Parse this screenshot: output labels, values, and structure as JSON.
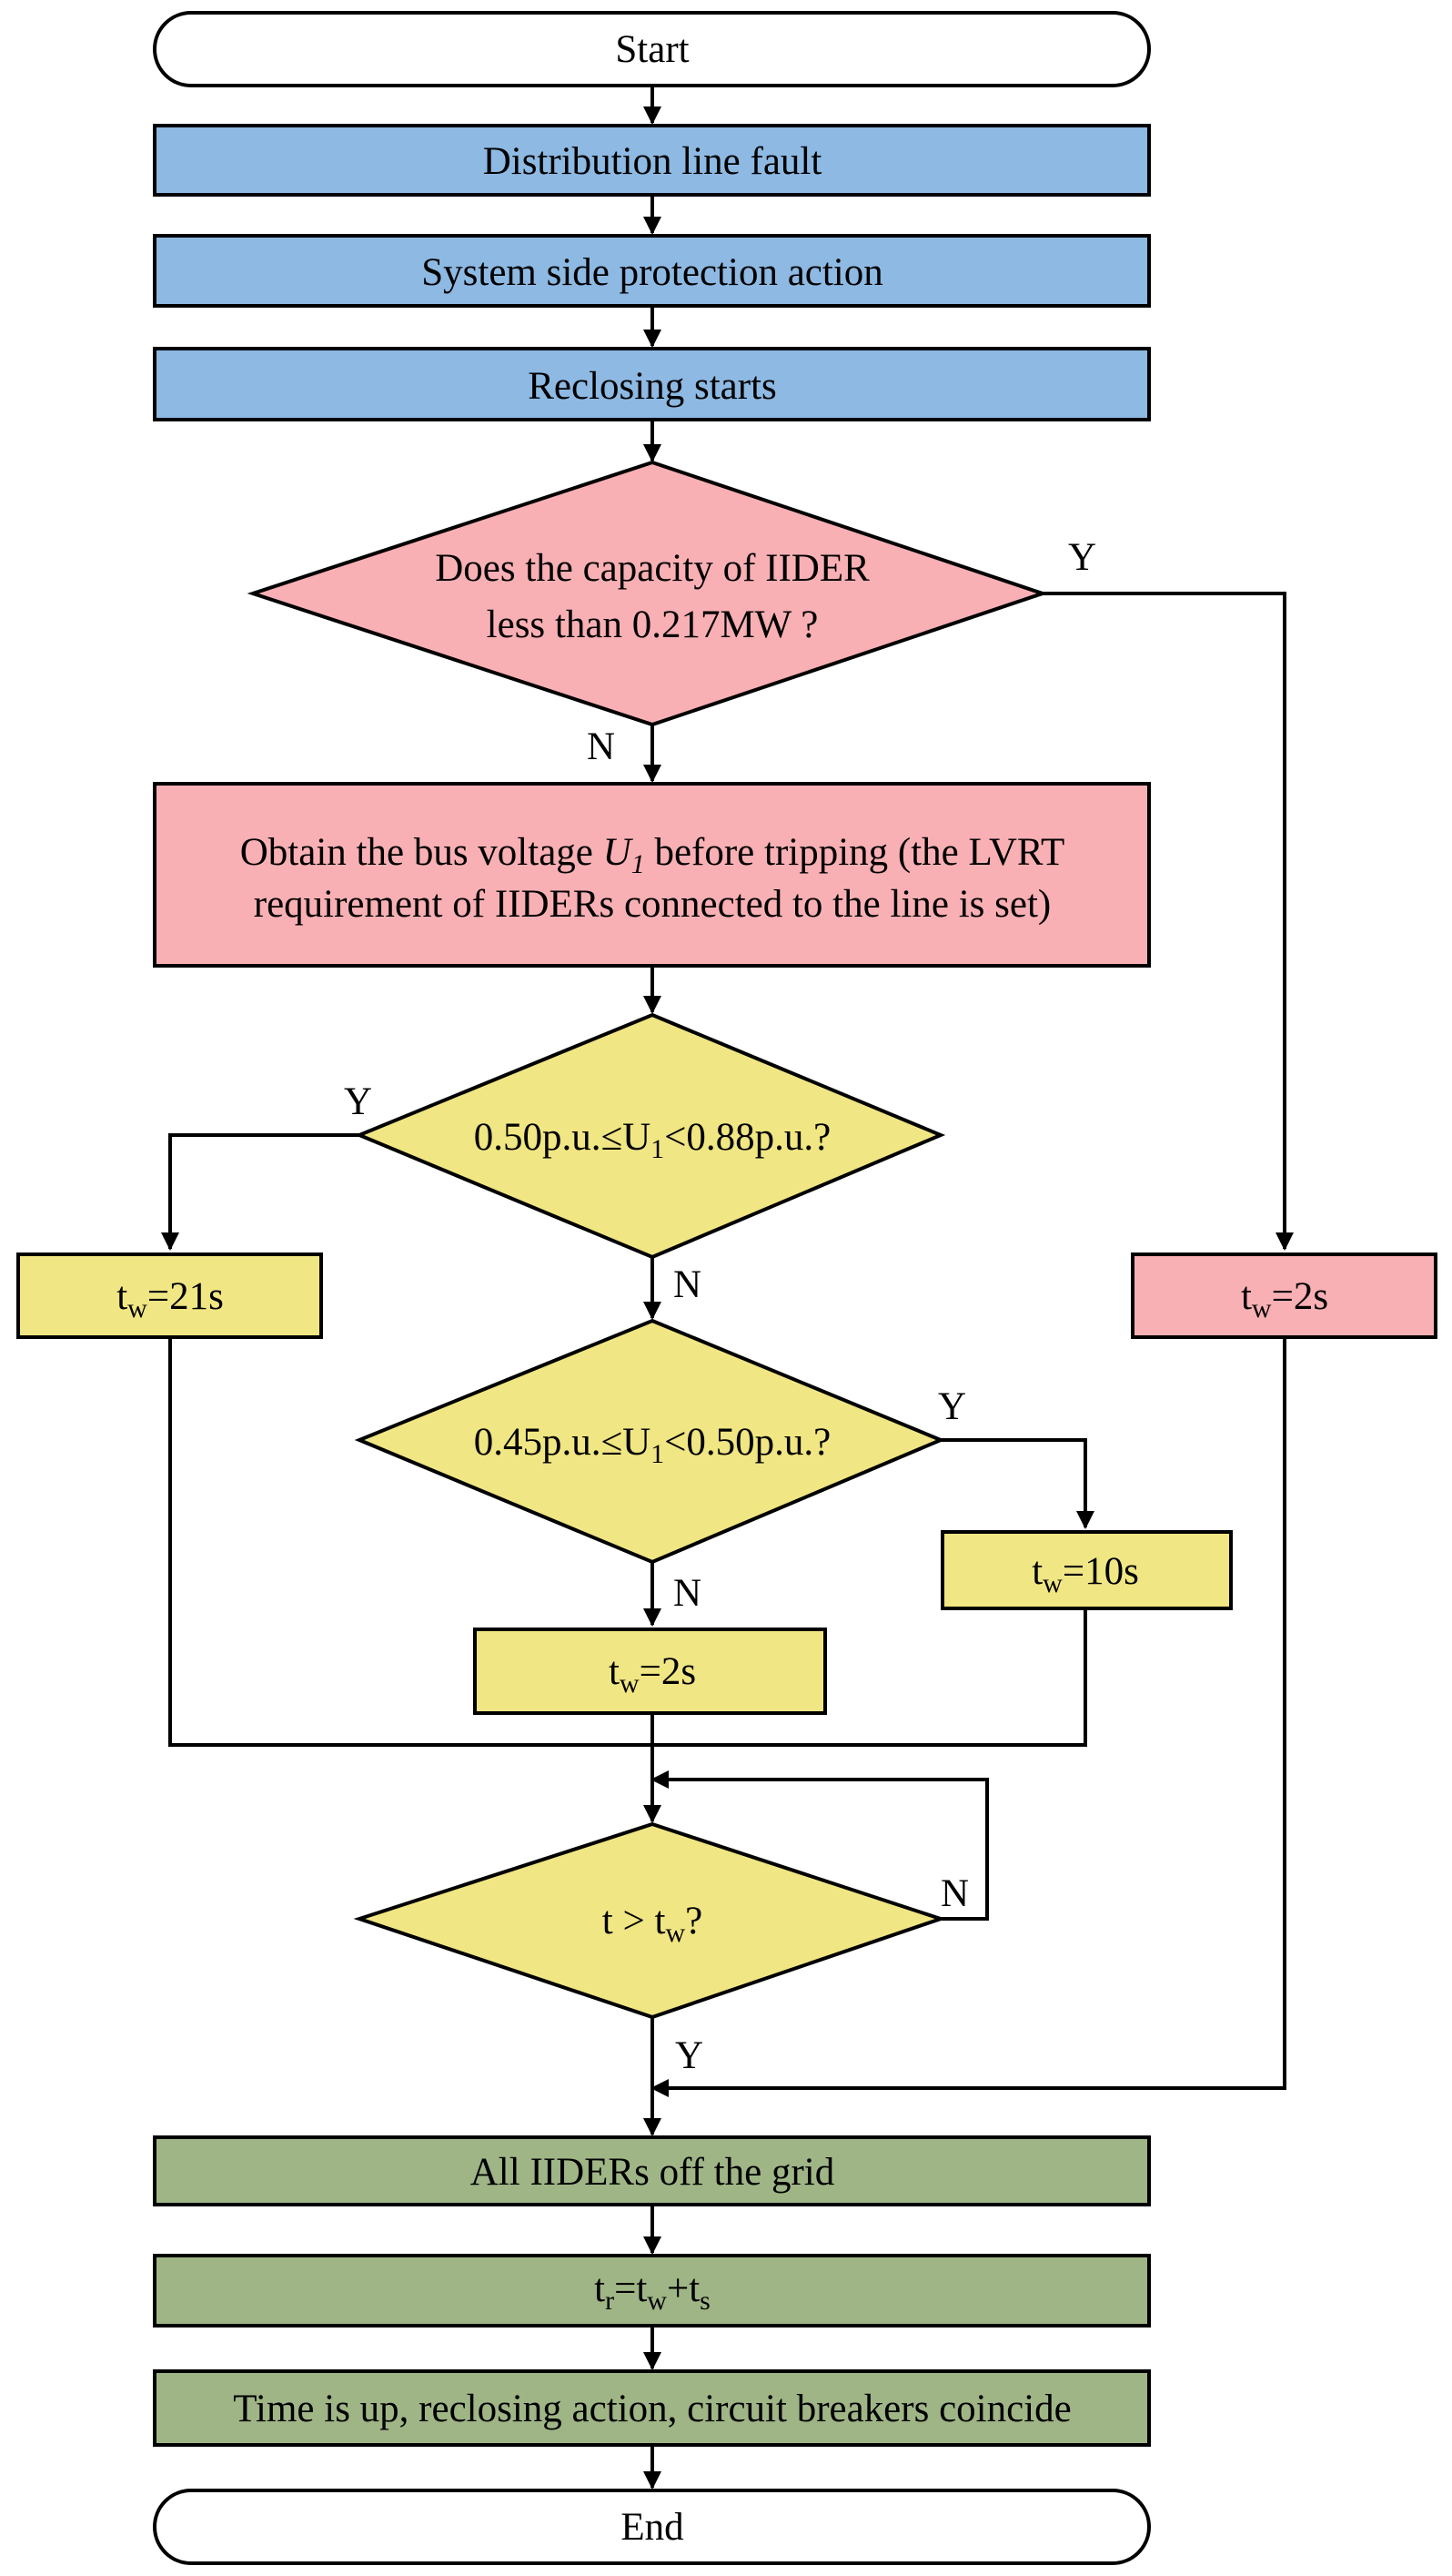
{
  "colors": {
    "blue": "#8DB9E3",
    "pink": "#F9B0B4",
    "yellow": "#F0E683",
    "green": "#9FB586",
    "terminal": "#FFFFFF"
  },
  "nodes": {
    "start": "Start",
    "distribution_line_fault": "Distribution line fault",
    "system_side_protection": "System side protection action",
    "reclosing_starts": "Reclosing starts",
    "capacity_check": {
      "line1": "Does the capacity of IIDER",
      "line2": "less than 0.217MW ?"
    },
    "obtain_voltage": {
      "line1_pre": "Obtain the bus voltage ",
      "line1_var": "U",
      "line1_var_sub": "1",
      "line1_post": " before tripping (the LVRT",
      "line2": "requirement of IIDERs connected to the line is set)"
    },
    "voltage_check_1": {
      "pre": "0.50p.u.≤U",
      "sub": "1",
      "post": "<0.88p.u.?"
    },
    "tw_21": {
      "base": "t",
      "sub": "w",
      "post": "=21s"
    },
    "tw_2_right": {
      "base": "t",
      "sub": "w",
      "post": "=2s"
    },
    "voltage_check_2": {
      "pre": "0.45p.u.≤U",
      "sub": "1",
      "post": "<0.50p.u.?"
    },
    "tw_10": {
      "base": "t",
      "sub": "w",
      "post": "=10s"
    },
    "tw_2_mid": {
      "base": "t",
      "sub": "w",
      "post": "=2s"
    },
    "time_check": {
      "pre": "t > t",
      "sub": "w",
      "post": "?"
    },
    "all_off": "All IIDERs off the grid",
    "tr_formula": {
      "t1": "t",
      "s1": "r",
      "m1": "=t",
      "s2": "w",
      "m2": "+t",
      "s3": "s"
    },
    "time_up": "Time is up, reclosing action, circuit breakers coincide",
    "end": "End"
  },
  "edge_labels": {
    "capacity_yes": "Y",
    "capacity_no": "N",
    "v1_yes": "Y",
    "v1_no": "N",
    "v2_yes": "Y",
    "v2_no": "N",
    "time_no": "N",
    "time_yes": "Y"
  }
}
